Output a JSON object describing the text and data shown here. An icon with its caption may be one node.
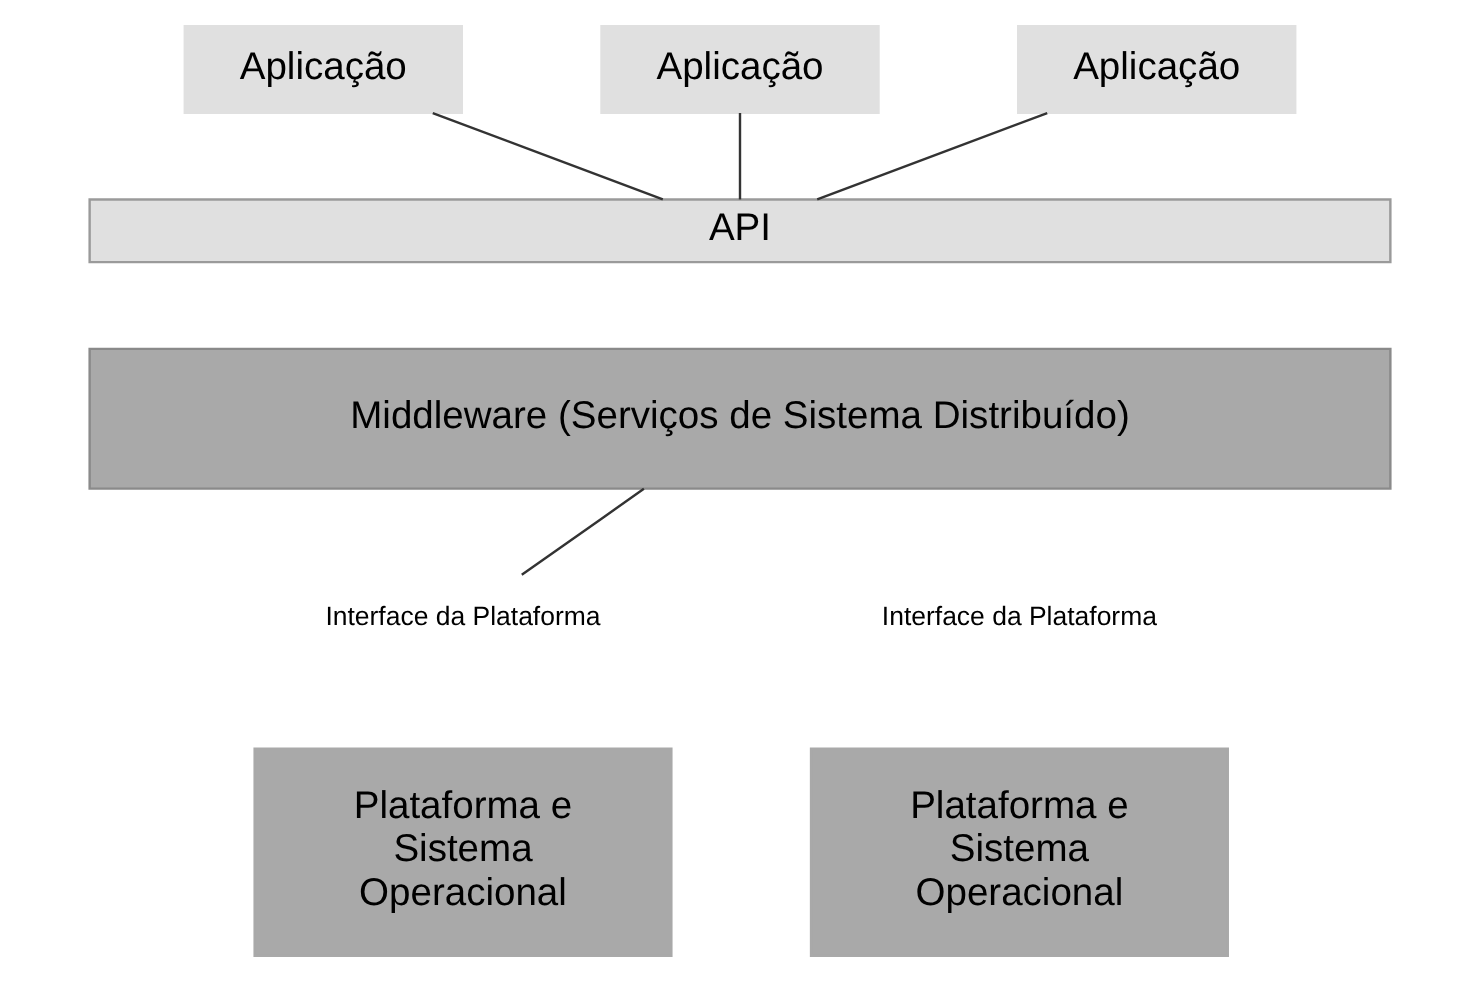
{
  "diagram": {
    "nodes": [
      {
        "text": [
          "Aplicação"
        ]
      },
      {
        "text": [
          "Aplicação"
        ]
      },
      {
        "text": [
          "Aplicação"
        ]
      },
      {
        "text": [
          "API"
        ]
      },
      {
        "text": [
          "Middleware (Serviços de Sistema Distribuído)"
        ]
      },
      {
        "text": [
          "Interface da Plataforma"
        ]
      },
      {
        "text": [
          "Plataforma e Sistema Operacional"
        ]
      },
      {
        "text": [
          "Plataforma e Sistema Operacional"
        ]
      }
    ],
    "edges": [
      {
        "from": 0,
        "to": 3,
        "arrow": "none"
      },
      {
        "from": 1,
        "to": 3,
        "arrow": "none"
      },
      {
        "from": 2,
        "to": 3,
        "arrow": "none"
      },
      {
        "from": 4,
        "to": 5,
        "arrow": "none"
      }
    ],
    "labels": [
      "Interface da Plataforma"
    ]
  }
}
